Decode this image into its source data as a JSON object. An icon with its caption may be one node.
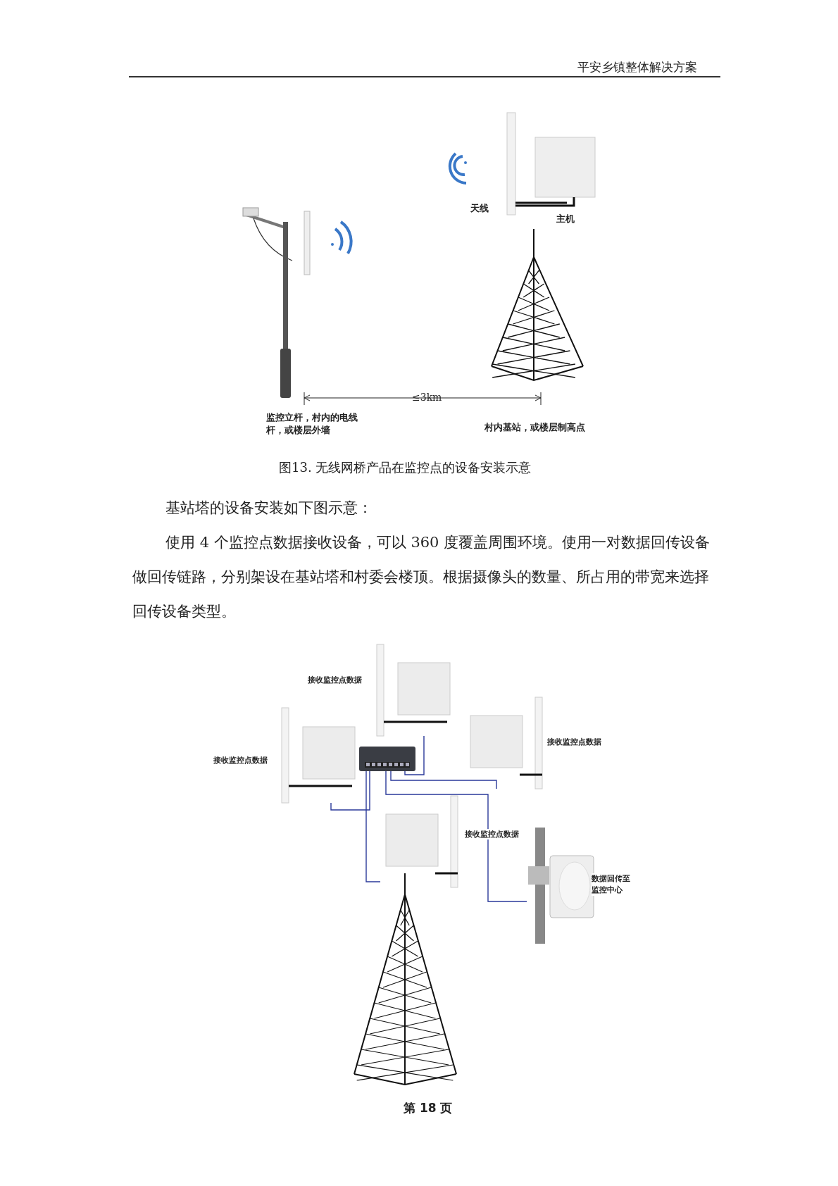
{
  "diagram": {
    "caption": "图13. 无线网桥产品在监控点的设备安装示意",
    "nodes": [
      {
        "text": [],
        "shape": "picture",
        "beside": [
          "接收监控点数据"
        ]
      },
      {
        "text": [],
        "shape": "picture",
        "beside": [
          "接收监控点数据"
        ]
      },
      {
        "text": [],
        "shape": "picture"
      },
      {
        "text": [],
        "shape": "picture",
        "beside": [
          "接收监控点数据"
        ]
      },
      {
        "text": [],
        "shape": "picture",
        "beside": [
          "接收监控点数据"
        ]
      },
      {
        "text": [],
        "shape": "picture",
        "beside": [
          "数据回传至监控中心"
        ]
      }
    ],
    "edges": [
      {
        "from": 2,
        "to": 0,
        "arrow": "none"
      },
      {
        "from": 2,
        "to": 1,
        "arrow": "none"
      },
      {
        "from": 2,
        "to": 3,
        "arrow": "none"
      },
      {
        "from": 2,
        "to": 4,
        "arrow": "none"
      },
      {
        "from": 2,
        "to": 5,
        "arrow": "none"
      }
    ],
    "labels": [
      "平安乡镇整体解决方案",
      "天线",
      "主机",
      "≤3km",
      "监控立杆，村内的电线杆，或楼层外墙",
      "村内基站，或楼层制高点",
      "基站塔的设备安装如下图示意：",
      "使用 4 个监控点数据接收设备，可以 360 度覆盖周围环境。使用一对数据回传设备做回传链路，分别架设在基站塔和村委会楼顶。根据摄像头的数量、所占用的带宽来选择回传设备类型。",
      "第 18 页"
    ]
  }
}
